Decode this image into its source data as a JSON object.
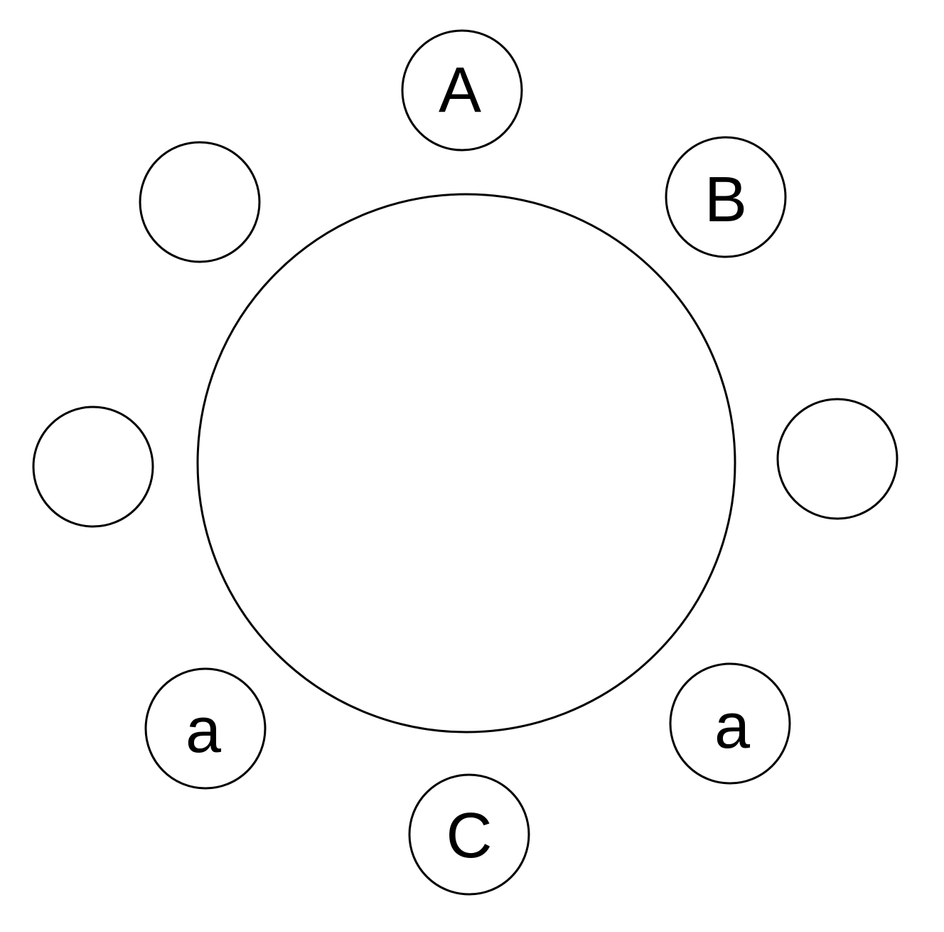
{
  "diagram": {
    "table": {
      "label": ""
    },
    "seats": [
      {
        "id": "top",
        "label": "A"
      },
      {
        "id": "top-right",
        "label": "B"
      },
      {
        "id": "right",
        "label": ""
      },
      {
        "id": "bottom-right",
        "label": "a"
      },
      {
        "id": "bottom",
        "label": "C"
      },
      {
        "id": "bottom-left",
        "label": "a"
      },
      {
        "id": "left",
        "label": ""
      },
      {
        "id": "top-left",
        "label": ""
      }
    ]
  }
}
